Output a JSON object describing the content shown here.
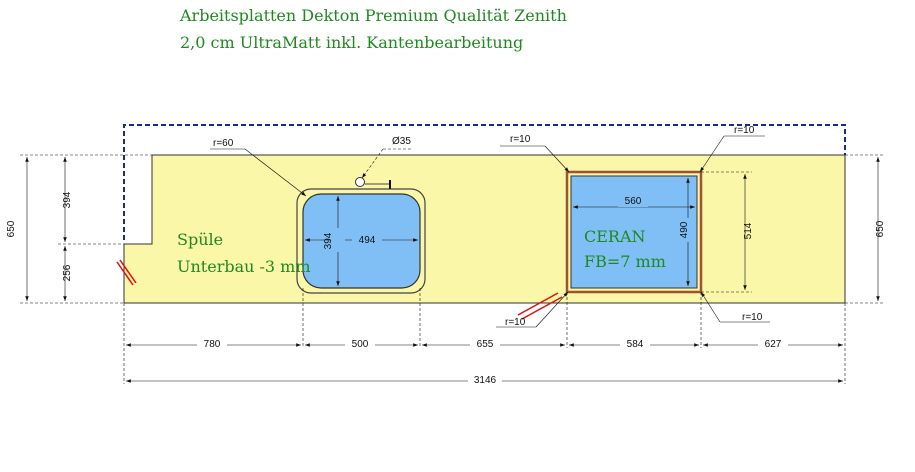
{
  "title_line1": "Arbeitsplatten Dekton Premium Qualität Zenith",
  "title_line2": "2,0 cm UltraMatt inkl. Kantenbearbeitung",
  "labels": {
    "sink_line1": "Spüle",
    "sink_line2": "Unterbau -3 mm",
    "hob_line1": "CERAN",
    "hob_line2": "FB=7 mm"
  },
  "dimensions": {
    "total_length": "3146",
    "depth_left": "650",
    "depth_right": "650",
    "left_upper": "394",
    "left_lower": "256",
    "seg1": "780",
    "seg2": "500",
    "seg3": "655",
    "seg4": "584",
    "seg5": "627",
    "sink_width": "494",
    "sink_depth": "394",
    "sink_radius": "r=60",
    "tap_hole": "Ø35",
    "hob_width": "560",
    "hob_depth": "490",
    "hob_cutout_depth": "514",
    "hob_radius_tl": "r=10",
    "hob_radius_tr": "r=10",
    "hob_radius_bl": "r=10",
    "hob_radius_br": "r=10"
  },
  "colors": {
    "worktop": "#fbf7a8",
    "cutout": "#80bff5",
    "text_green": "#1e8a1e",
    "wall_line": "#1a2a8a",
    "hob_frame": "#a0522d",
    "edge_mark": "#e01010"
  }
}
